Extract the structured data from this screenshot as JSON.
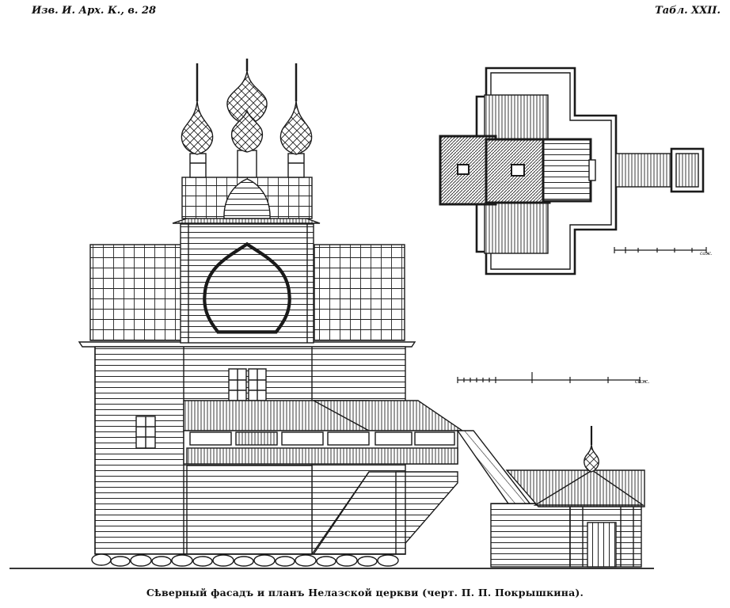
{
  "header": {
    "left": "Изв. И. Арх. К., в. 28",
    "right": "Табл. XXII."
  },
  "caption": "Сѣверный фасадъ и планъ Нелазской церкви (черт. П. П. Покрышкина).",
  "scale_bars": {
    "plan_label": "саж.",
    "facade_label": "саж."
  },
  "drawing_color": "#1a1a1a"
}
